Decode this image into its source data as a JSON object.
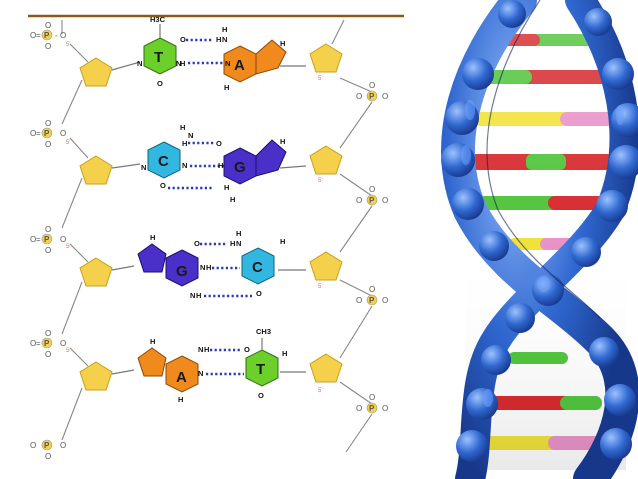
{
  "diagram": {
    "top_rule_color": "#8b5a1a",
    "phosphate": {
      "letter": "P",
      "oxygen": "O"
    },
    "sugar_prime_label": "5'",
    "atoms": {
      "nitrogen": "N",
      "hydrogen": "H",
      "oxygen": "O",
      "methyl": "CH3"
    },
    "pairs": [
      {
        "left": {
          "letter": "T",
          "color": "#6ccf2a"
        },
        "right": {
          "letter": "A",
          "color": "#f08a1c"
        }
      },
      {
        "left": {
          "letter": "C",
          "color": "#32b8e0"
        },
        "right": {
          "letter": "G",
          "color": "#4a2fc8"
        }
      },
      {
        "left": {
          "letter": "G",
          "color": "#4a2fc8"
        },
        "right": {
          "letter": "C",
          "color": "#32b8e0"
        }
      },
      {
        "left": {
          "letter": "A",
          "color": "#f08a1c"
        },
        "right": {
          "letter": "T",
          "color": "#6ccf2a"
        }
      }
    ],
    "colors": {
      "sugar": "#f5d04a",
      "hbond": "#2838c8",
      "helix_backbone": "#2f63c9",
      "rung_red": "#d6282c",
      "rung_green": "#4fc43a",
      "rung_yellow": "#f0e23a",
      "rung_pink": "#e893c8"
    }
  }
}
